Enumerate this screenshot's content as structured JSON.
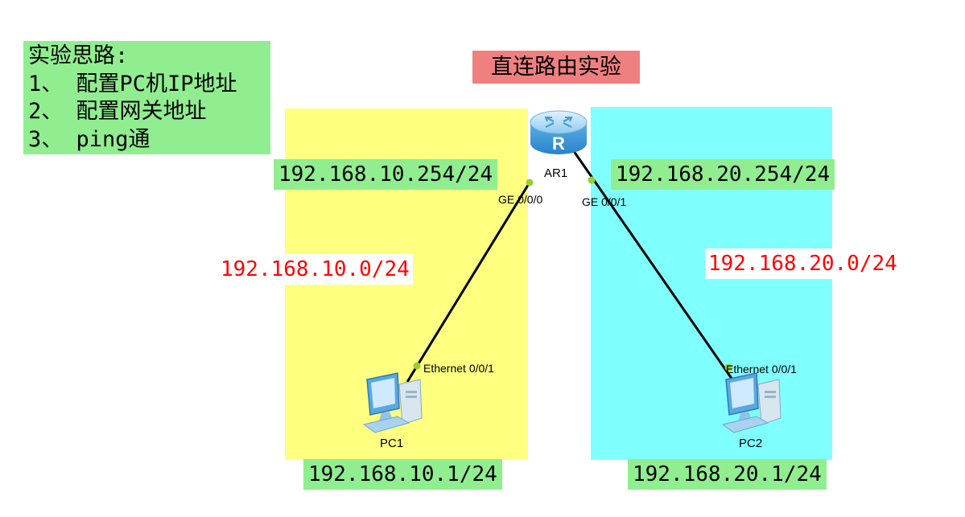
{
  "title": "直连路由实验",
  "notes": {
    "heading": "实验思路:",
    "steps": [
      "1、 配置PC机IP地址",
      "2、 配置网关地址",
      "3、 ping通"
    ]
  },
  "router": {
    "name": "AR1",
    "port_left": "GE 0/0/0",
    "port_right": "GE 0/0/1",
    "ip_left": "192.168.10.254/24",
    "ip_right": "192.168.20.254/24"
  },
  "pc1": {
    "name": "PC1",
    "port": "Ethernet 0/0/1",
    "ip": "192.168.10.1/24"
  },
  "pc2": {
    "name": "PC2",
    "port": "Ethernet 0/0/1",
    "ip": "192.168.20.1/24"
  },
  "networks": {
    "left": "192.168.10.0/24",
    "right": "192.168.20.0/24"
  },
  "colors": {
    "left_zone": "#ffff80",
    "right_zone": "#80ffff",
    "label_bg": "#90ee90",
    "title_bg": "#f08080",
    "network_text": "#ff0000",
    "link": "#000000",
    "port_dot": "#9acd32"
  }
}
